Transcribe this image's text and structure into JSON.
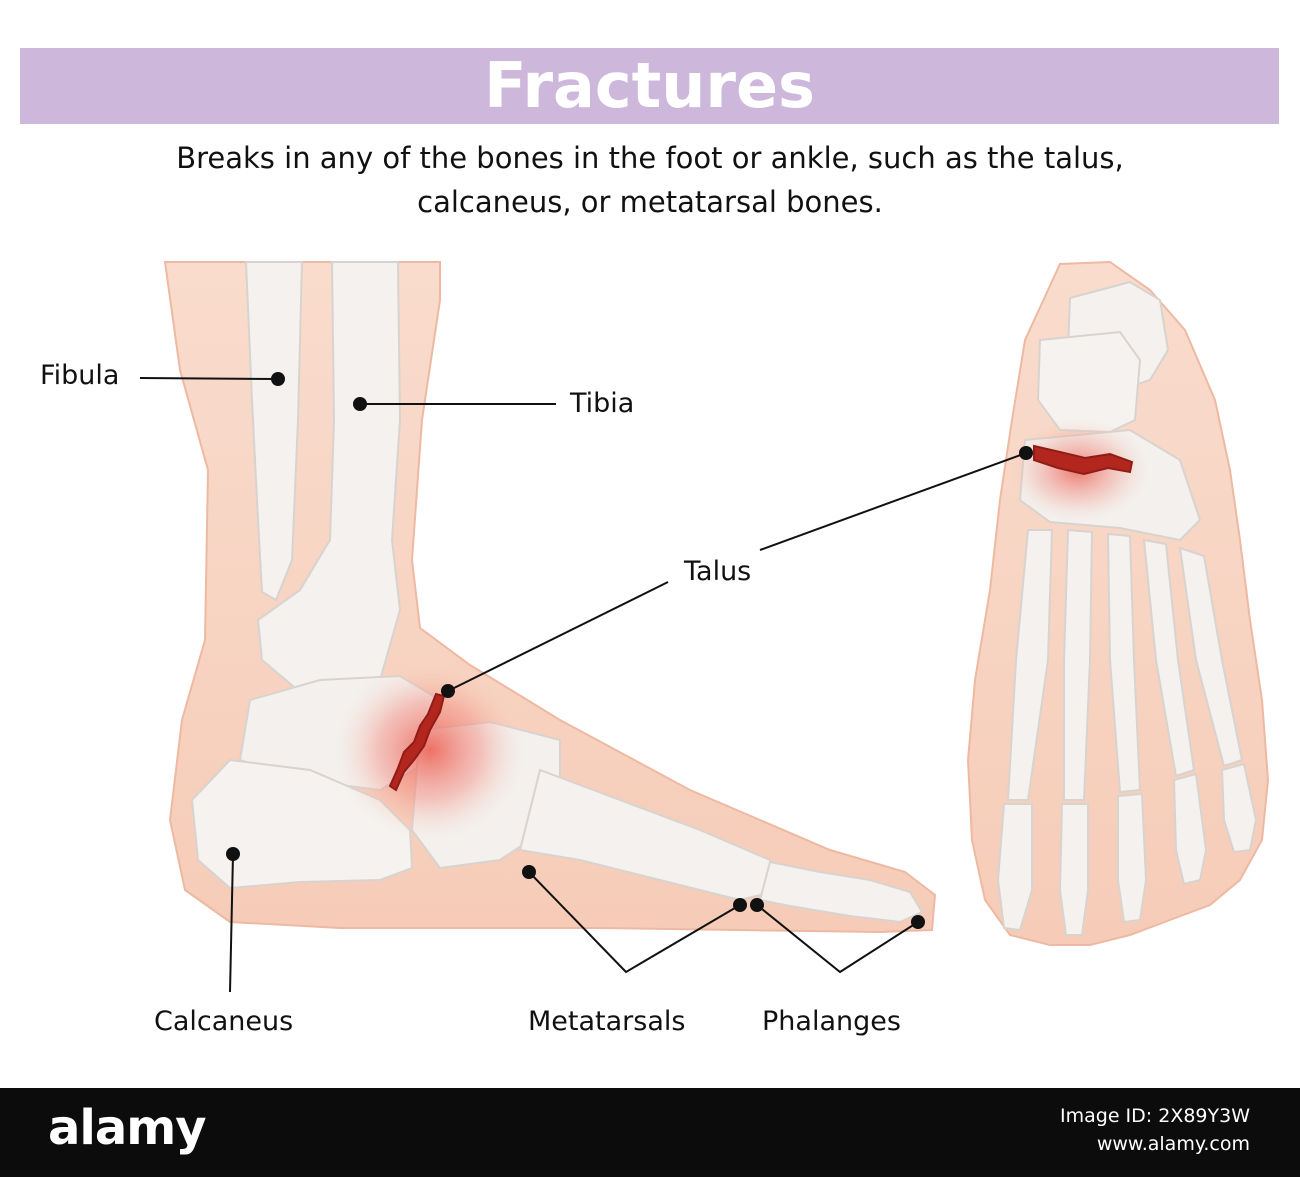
{
  "title": "Fractures",
  "subtitle": {
    "line1": "Breaks in any of the bones in the foot or ankle, such as the talus,",
    "line2": "calcaneus, or metatarsal bones."
  },
  "labels": {
    "fibula": "Fibula",
    "tibia": "Tibia",
    "talus": "Talus",
    "calcaneus": "Calcaneus",
    "metatarsals": "Metatarsals",
    "phalanges": "Phalanges"
  },
  "footer": {
    "brand": "alamy",
    "image_id": "Image ID: 2X89Y3W",
    "site": "www.alamy.com"
  },
  "colors": {
    "banner": "#cdb8dc",
    "skin": "#f8d6c6",
    "bone": "#f4f1ee",
    "fracture": "#b3261e",
    "inflammation": "#ec5a4e"
  }
}
